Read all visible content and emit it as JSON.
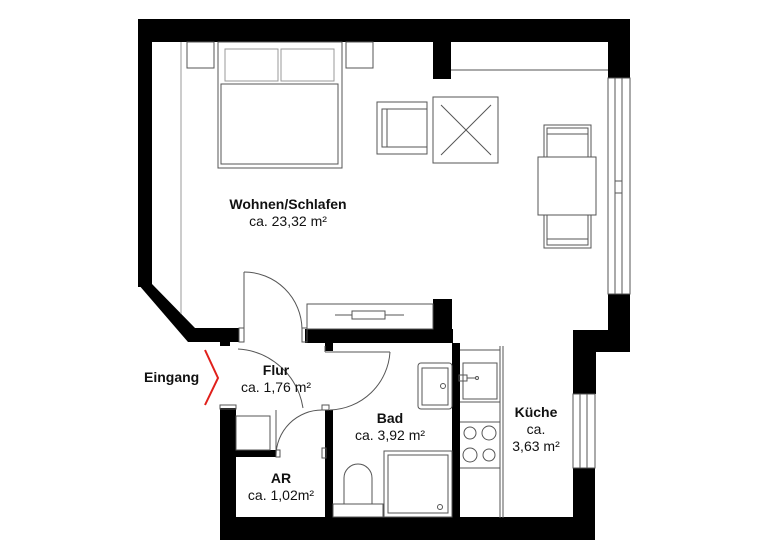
{
  "plan": {
    "type": "apartment floor plan",
    "rooms": [
      {
        "id": "wohnen",
        "name": "Wohnen/Schlafen",
        "area": "ca. 23,32 m²"
      },
      {
        "id": "flur",
        "name": "Flur",
        "area": "ca. 1,76 m²"
      },
      {
        "id": "bad",
        "name": "Bad",
        "area": "ca. 3,92 m²"
      },
      {
        "id": "kueche",
        "name": "Küche",
        "area_line1": "ca.",
        "area_line2": "3,63 m²"
      },
      {
        "id": "ar",
        "name": "AR",
        "area": "ca. 1,02m²"
      }
    ],
    "entrance": {
      "label": "Eingang",
      "marker_color": "#e0201b"
    },
    "colors": {
      "wall": "#000000",
      "line": "#555555",
      "background": "#ffffff"
    }
  }
}
